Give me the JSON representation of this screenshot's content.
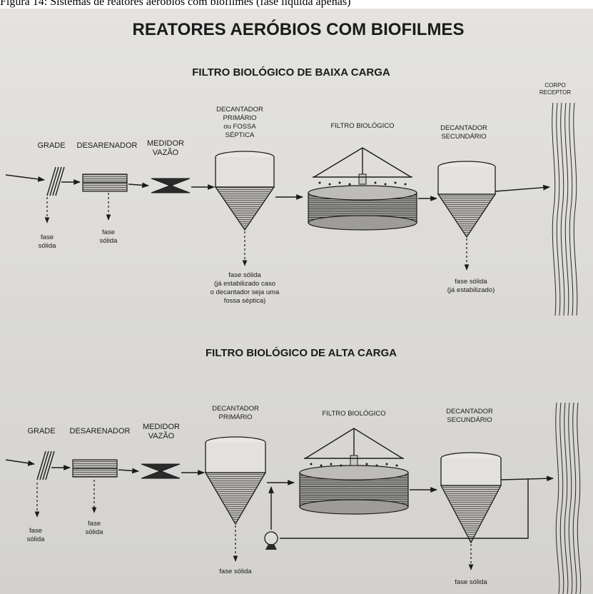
{
  "caption": "Figura 14: Sistemas de reatores aeróbios com biofilmes (fase líquida apenas)",
  "title": "REATORES AERÓBIOS COM BIOFILMES",
  "low_load": {
    "heading": "FILTRO BIOLÓGICO DE BAIXA CARGA",
    "grade": "GRADE",
    "desarenador": "DESARENADOR",
    "medidor_1": "MEDIDOR",
    "medidor_2": "VAZÃO",
    "decant_prim_1": "DECANTADOR",
    "decant_prim_2": "PRIMÁRIO",
    "decant_prim_3": "ou FOSSA",
    "decant_prim_4": "SÉPTICA",
    "filtro": "FILTRO BIOLÓGICO",
    "decant_sec_1": "DECANTADOR",
    "decant_sec_2": "SECUNDÁRIO",
    "corpo_1": "CORPO",
    "corpo_2": "RECEPTOR",
    "fase_grade_1": "fase",
    "fase_grade_2": "sólida",
    "fase_des_1": "fase",
    "fase_des_2": "sólida",
    "fase_prim_1": "fase sólida",
    "fase_prim_2": "(já estabilizado caso",
    "fase_prim_3": "o decantador seja uma",
    "fase_prim_4": "fossa séptica)",
    "fase_sec_1": "fase sólida",
    "fase_sec_2": "(já estabilizado)"
  },
  "high_load": {
    "heading": "FILTRO BIOLÓGICO DE ALTA CARGA",
    "grade": "GRADE",
    "desarenador": "DESARENADOR",
    "medidor_1": "MEDIDOR",
    "medidor_2": "VAZÃO",
    "decant_prim_1": "DECANTADOR",
    "decant_prim_2": "PRIMÁRIO",
    "filtro": "FILTRO BIOLÓGICO",
    "decant_sec_1": "DECANTADOR",
    "decant_sec_2": "SECUNDÁRIO",
    "fase_grade_1": "fase",
    "fase_grade_2": "sólida",
    "fase_des_1": "fase",
    "fase_des_2": "sólida",
    "fase_prim": "fase sólida",
    "fase_sec": "fase sólida"
  },
  "colors": {
    "ink": "#1b1b1b",
    "paper": "#dddcd8"
  }
}
